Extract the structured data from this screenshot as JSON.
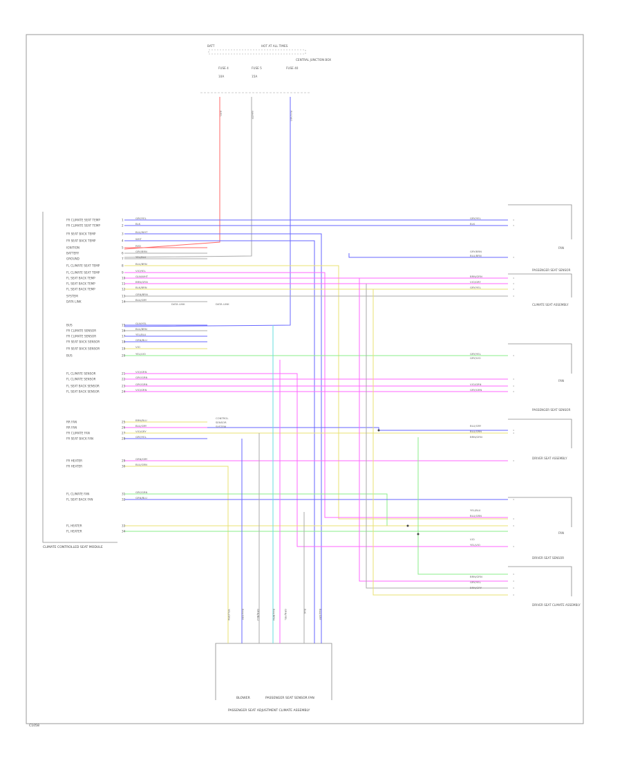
{
  "diagram": {
    "top_fuse_labels": [
      "BATT",
      "HOT AT ALL TIMES",
      "CENTRAL JUNCTION BOX",
      "FUSE 4",
      "FUSE 5",
      "FUSE 40",
      "10A",
      "15A"
    ],
    "top_wire_labels": [
      "RED",
      "WHITE",
      "BLU/VIO"
    ],
    "left_module_label": "CLIMATE CONTROLLED SEAT MODULE",
    "left_module_pins": [
      "FR CLIMATE SEAT TEMP",
      "FR CLIMATE SEAT TEMP",
      "FR SEAT BACK TEMP",
      "FR SEAT BACK TEMP",
      "IGNITION",
      "BATTERY",
      "GROUND",
      "FL CLIMATE SEAT TEMP",
      "FL CLIMATE SEAT TEMP",
      "FL SEAT BACK TEMP",
      "FL SEAT BACK TEMP",
      "FL SEAT BACK TEMP",
      "SYSTEM",
      "DATA LINK",
      "BUS",
      "FR CLIMATE SENSOR",
      "FR CLIMATE SENSOR",
      "FR SEAT BACK SENSOR",
      "FR SEAT BACK SENSOR",
      "BUS",
      "FL CLIMATE SENSOR",
      "FL CLIMATE SENSOR",
      "FL SEAT BACK SENSOR",
      "FL SEAT BACK SENSOR",
      "RR FAN",
      "RR FAN",
      "FR CLIMATE FAN",
      "FR SEAT BACK FAN",
      "FR HEATER",
      "FR HEATER",
      "FL CLIMATE FAN",
      "FL SEAT BACK FAN",
      "FL HEATER",
      "FL HEATER"
    ],
    "left_wire_labels": [
      "GRY/YEL",
      "BLK",
      "BLU/WHT",
      "WHT",
      "RED",
      "GRY/BRN",
      "YEL/BLU",
      "BLU/BRN",
      "VIO/YEL",
      "GLN/WHT",
      "BRN/GRN",
      "BLK/BRN",
      "GRN/BRN",
      "BLU/GRY",
      "GLN/YEL",
      "BLU/BRN",
      "YEL/BLU",
      "GRN/BLU",
      "VIO",
      "YEL/VIO",
      "VIO/GRN",
      "GRY/GRN",
      "GRY/GRN",
      "VIO/GRN",
      "BRN/BLU",
      "BLU/GRY",
      "VIO/GRY",
      "GRY/YEL",
      "GRN/GRY",
      "BLU/GRN",
      "GRY/GRN",
      "GRN/BLU"
    ],
    "center_notes": [
      "DATA LINK",
      "DATA LINK",
      "GROUND",
      "CONTROL",
      "SENSOR",
      "SYSTEM"
    ],
    "right_components": [
      "FAN",
      "PASSENGER SEAT SENSOR",
      "CLIMATE SEAT ASSEMBLY",
      "FAN",
      "PASSENGER SEAT SENSOR",
      "DRIVER SEAT ASSEMBLY",
      "FAN",
      "DRIVER SEAT SENSOR",
      "DRIVER SEAT CLIMATE ASSEMBLY"
    ],
    "right_wire_labels": [
      "GRY/YEL",
      "BLK",
      "GRY/BRN",
      "BLU/BRN",
      "BRN/GRN",
      "VIO/GRY",
      "GRY/YEL",
      "GRY/YEL",
      "GRY/VIO",
      "VIO/GRN",
      "GRY/GRN",
      "BLU/GRY",
      "BLU/GRN",
      "BRN/GRN",
      "YEL/BLU",
      "BLU/GRN",
      "VIO",
      "YEL/VIO",
      "BRN/GRN",
      "GRY/YEL",
      "BRN/GRY"
    ],
    "bottom_connector_label": "PASSENGER SEAT ADJUSTMENT CLIMATE ASSEMBLY",
    "bottom_sub_labels": [
      "BLOWER",
      "PASSENGER SEAT SENSOR",
      "FAN"
    ],
    "bottom_wire_labels": [
      "YEL/GRN",
      "BLU/GRY",
      "GRN/BLU",
      "BLU/BRN",
      "GRN/YEL",
      "BLK",
      "BLU/GRY"
    ],
    "footer_code": "C1058"
  },
  "colors": {
    "red": "#ff6666",
    "blue": "#6666ff",
    "magenta": "#ff66ff",
    "yellow": "#e8e070",
    "green": "#88ee88",
    "cyan": "#66dddd",
    "gray": "#aaaaaa",
    "black": "#555555",
    "border": "#888888"
  }
}
